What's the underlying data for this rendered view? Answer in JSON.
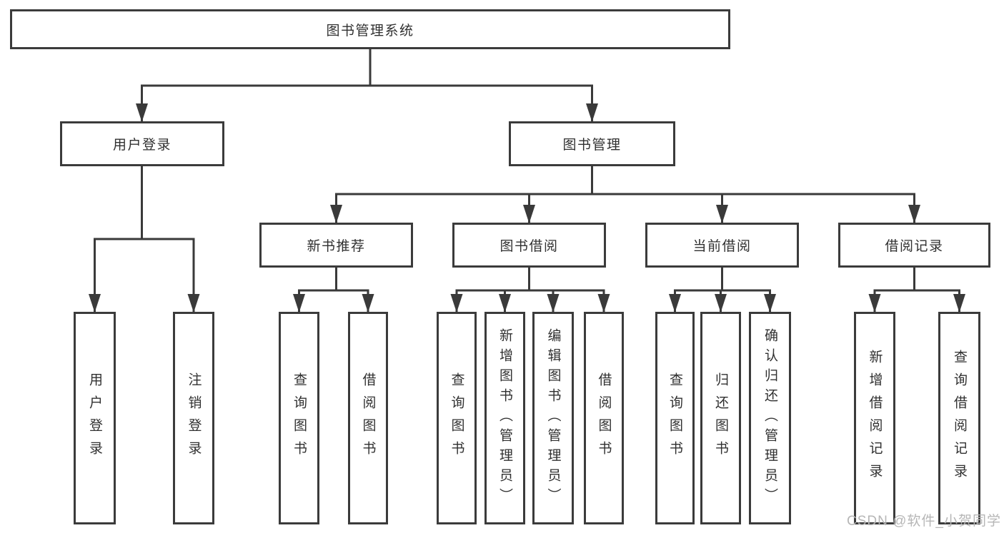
{
  "tree": {
    "label": "图书管理系统",
    "children": [
      {
        "label": "用户登录",
        "children": [
          {
            "label": "用户登录"
          },
          {
            "label": "注销登录"
          }
        ]
      },
      {
        "label": "图书管理",
        "children": [
          {
            "label": "新书推荐",
            "children": [
              {
                "label": "查询图书"
              },
              {
                "label": "借阅图书"
              }
            ]
          },
          {
            "label": "图书借阅",
            "children": [
              {
                "label": "查询图书"
              },
              {
                "label": "新增图书（管理员）"
              },
              {
                "label": "编辑图书（管理员）"
              },
              {
                "label": "借阅图书"
              }
            ]
          },
          {
            "label": "当前借阅",
            "children": [
              {
                "label": "查询图书"
              },
              {
                "label": "归还图书"
              },
              {
                "label": "确认归还（管理员）"
              }
            ]
          },
          {
            "label": "借阅记录",
            "children": [
              {
                "label": "新增借阅记录"
              },
              {
                "label": "查询借阅记录"
              }
            ]
          }
        ]
      }
    ]
  },
  "watermark": "CSDN @软件_小贺同学",
  "colors": {
    "line": "#3a3a3a",
    "box_border": "#3b3b3b",
    "text": "#303030",
    "watermark": "#b6b6b6",
    "background": "#ffffff"
  }
}
